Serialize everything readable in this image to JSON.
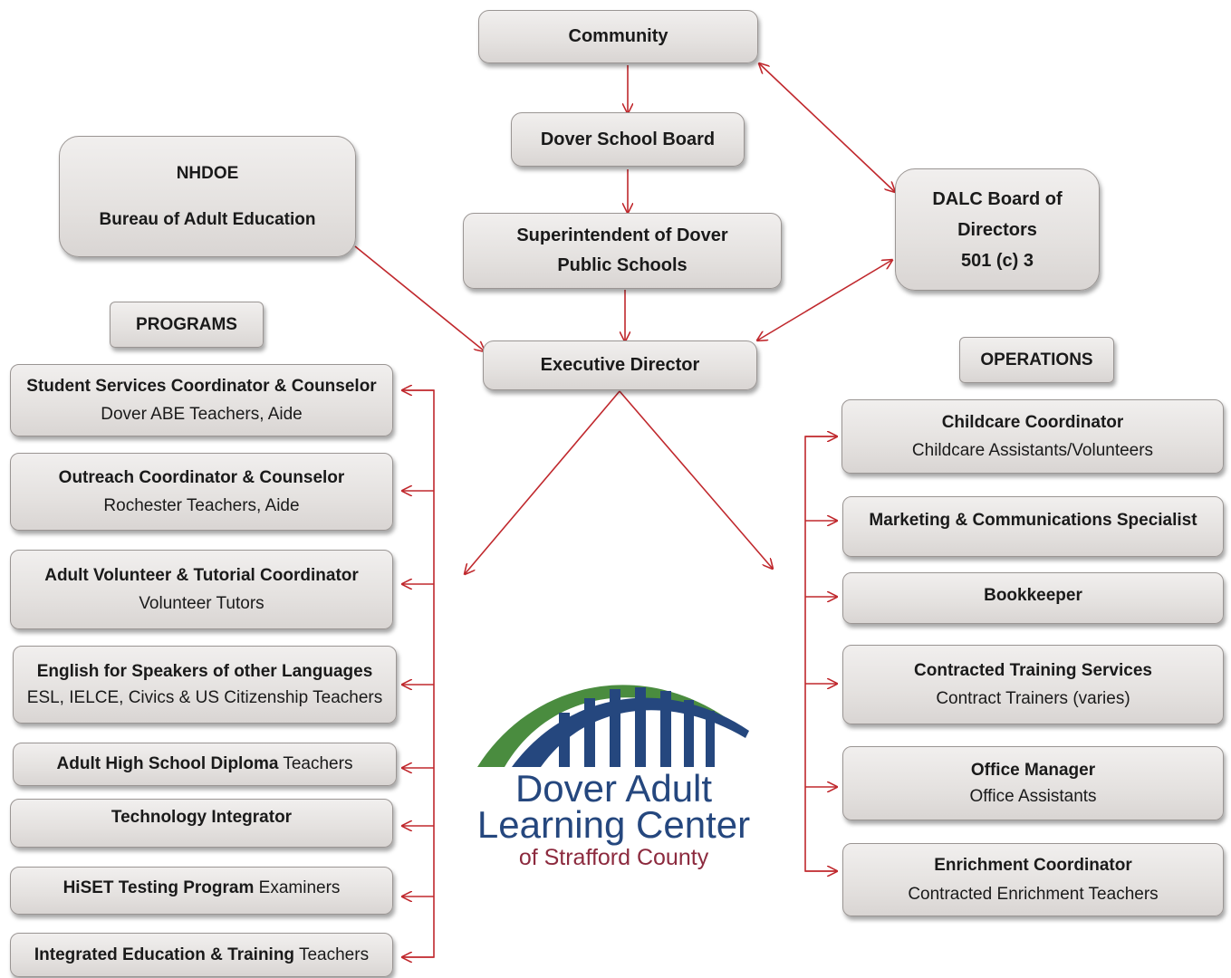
{
  "top": {
    "community": "Community",
    "school_board": "Dover School Board",
    "superintendent_1": "Superintendent of Dover",
    "superintendent_2": "Public Schools",
    "executive": "Executive Director"
  },
  "nhdoe": {
    "line1": "NHDOE",
    "line2": "Bureau of Adult Education"
  },
  "dalc": {
    "line1": "DALC Board of",
    "line2": "Directors",
    "line3": "501 (c) 3"
  },
  "programs": {
    "header": "PROGRAMS",
    "items": [
      {
        "bold": "Student Services Coordinator & Counselor",
        "sub": "Dover ABE Teachers, Aide"
      },
      {
        "bold": "Outreach Coordinator & Counselor",
        "sub": "Rochester Teachers, Aide"
      },
      {
        "bold": "Adult Volunteer & Tutorial Coordinator",
        "sub": "Volunteer Tutors"
      },
      {
        "bold": "English for Speakers of other Languages",
        "sub": "ESL, IELCE, Civics & US Citizenship Teachers"
      },
      {
        "bold": "Adult High School Diploma",
        "suffix": " Teachers"
      },
      {
        "bold": "Technology Integrator"
      },
      {
        "bold": "HiSET Testing Program",
        "suffix": " Examiners"
      },
      {
        "bold": "Integrated Education & Training",
        "suffix": " Teachers"
      }
    ]
  },
  "operations": {
    "header": "OPERATIONS",
    "items": [
      {
        "bold": "Childcare Coordinator",
        "sub": "Childcare Assistants/Volunteers"
      },
      {
        "bold": "Marketing & Communications Specialist"
      },
      {
        "bold": "Bookkeeper"
      },
      {
        "bold": "Contracted Training Services",
        "sub": "Contract Trainers (varies)"
      },
      {
        "bold": "Office Manager",
        "sub": "Office Assistants"
      },
      {
        "bold": "Enrichment Coordinator",
        "sub": "Contracted Enrichment Teachers"
      }
    ]
  },
  "logo": {
    "line1": "Dover Adult",
    "line2": "Learning Center",
    "line3": "of Strafford County",
    "colors": {
      "green": "#4a8c3f",
      "blue": "#25477e",
      "maroon": "#8c2a3e"
    }
  },
  "colors": {
    "arrow": "#c0282d",
    "box_border": "#9a9593"
  }
}
